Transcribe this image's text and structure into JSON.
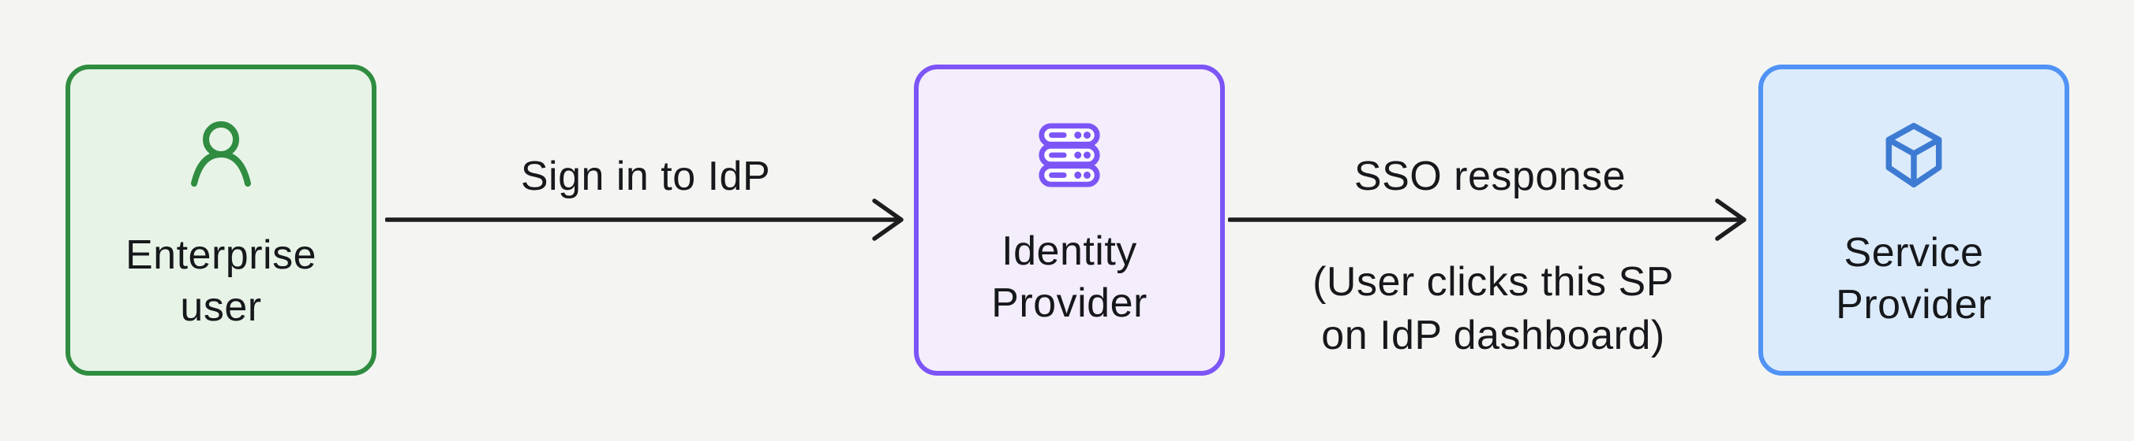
{
  "canvas": {
    "background": "#f4f5f2",
    "text_color": "#16181b",
    "arrow_color": "#1d1d1f"
  },
  "diagram": {
    "nodes": [
      {
        "id": "enterprise-user",
        "label": "Enterprise\nuser",
        "icon": "user-icon",
        "colors": {
          "border": "#2f8c40",
          "fill": "#e7f3e7",
          "icon": "#2f8c40"
        }
      },
      {
        "id": "identity-provider",
        "label": "Identity\nProvider",
        "icon": "server-icon",
        "colors": {
          "border": "#7c55f6",
          "fill": "#f4edfc",
          "icon": "#7c55f6"
        }
      },
      {
        "id": "service-provider",
        "label": "Service\nProvider",
        "icon": "cube-icon",
        "colors": {
          "border": "#5093f5",
          "fill": "#dcebfb",
          "icon": "#3d7bd3"
        }
      }
    ],
    "edges": [
      {
        "from": "enterprise-user",
        "to": "identity-provider",
        "label": "Sign in to IdP"
      },
      {
        "from": "identity-provider",
        "to": "service-provider",
        "label": "SSO response",
        "sublabel": "(User clicks this SP\non IdP dashboard)"
      }
    ]
  }
}
